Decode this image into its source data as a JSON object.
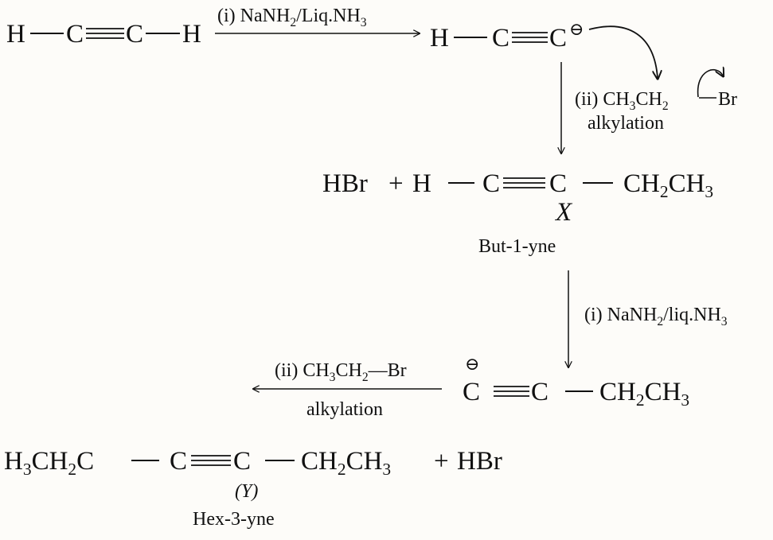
{
  "step1": {
    "reactant": {
      "h_left": "H",
      "c1": "C",
      "c2": "C",
      "h_right": "H"
    },
    "reagent": {
      "pre": "(i) NaNH",
      "sub2": "2",
      "mid": "/Liq.NH",
      "sub3": "3"
    },
    "product": {
      "h": "H",
      "c1": "C",
      "c2": "C",
      "charge": "⊖"
    }
  },
  "step2": {
    "reagent": {
      "pre": "(ii) CH",
      "sub3": "3",
      "mid": "CH",
      "sub2": "2",
      "br": "Br"
    },
    "label": "alkylation"
  },
  "product1": {
    "hbr": "HBr",
    "plus": "+",
    "h": "H",
    "c1": "C",
    "c2": "C",
    "ethyl": {
      "ch": "CH",
      "sub2": "2",
      "ch3": "CH",
      "sub3": "3"
    },
    "id": "X",
    "name": "But-1-yne"
  },
  "step3": {
    "reagent": {
      "pre": "(i) NaNH",
      "sub2": "2",
      "mid": "/liq.NH",
      "sub3": "3"
    }
  },
  "intermediate": {
    "charge": "⊖",
    "c1": "C",
    "c2": "C",
    "ethyl": {
      "ch": "CH",
      "sub2": "2",
      "ch3": "CH",
      "sub3": "3"
    }
  },
  "step4": {
    "reagent": {
      "pre": "(ii) CH",
      "sub3": "3",
      "mid": "CH",
      "sub2": "2",
      "br": "—Br"
    },
    "label": "alkylation"
  },
  "product2": {
    "h3ch2c": {
      "h": "H",
      "sub3": "3",
      "ch": "CH",
      "sub2": "2",
      "c": "C"
    },
    "c1": "C",
    "c2": "C",
    "ethyl": {
      "ch": "CH",
      "sub2": "2",
      "ch3": "CH",
      "sub3": "3"
    },
    "plus": "+",
    "hbr": "HBr",
    "id": "(Y)",
    "name": "Hex-3-yne"
  }
}
